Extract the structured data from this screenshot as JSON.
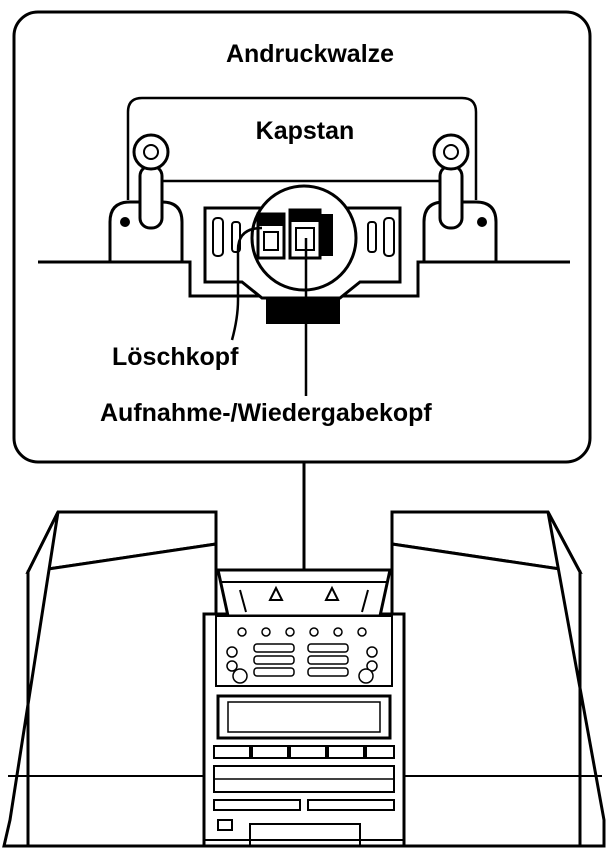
{
  "labels": {
    "pinch_roller": "Andruckwalze",
    "capstan": "Kapstan",
    "erase_head": "Löschkopf",
    "record_playback_head": "Aufnahme-/Wiedergabekopf"
  },
  "colors": {
    "ink": "#000000",
    "background": "#ffffff"
  }
}
